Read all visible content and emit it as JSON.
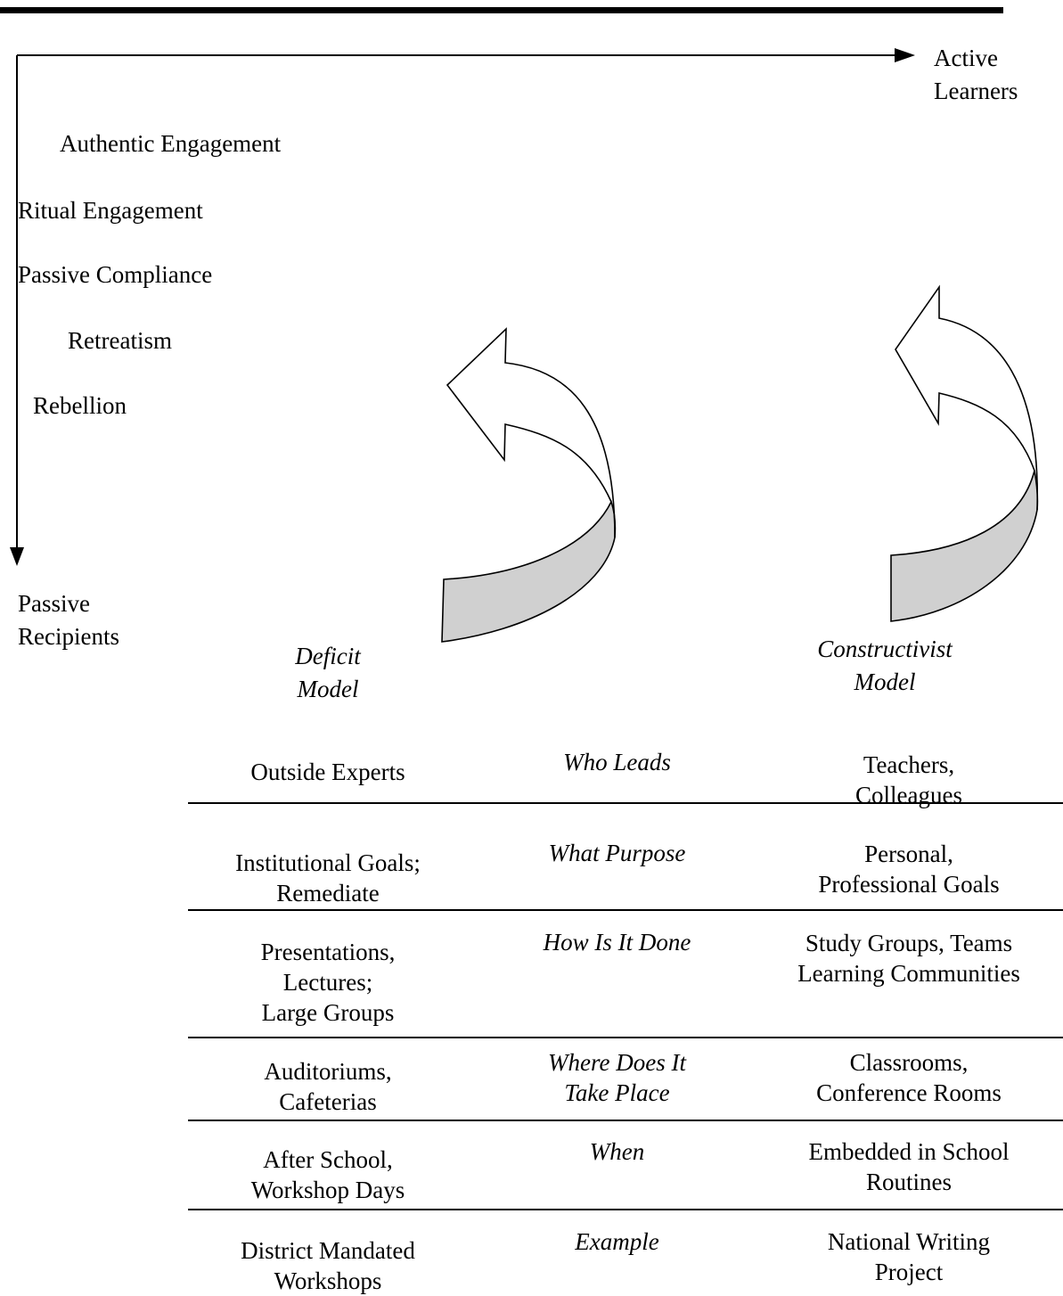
{
  "axis": {
    "x_end_label": "Active\nLearners",
    "y_end_label": "Passive\nRecipients"
  },
  "engagement_levels": [
    "Authentic Engagement",
    "Ritual Engagement",
    "Passive Compliance",
    "Retreatism",
    "Rebellion"
  ],
  "models": {
    "left": "Deficit\nModel",
    "right": "Constructivist\nModel"
  },
  "comparison_rows": [
    {
      "left": "Outside Experts",
      "question": "Who Leads",
      "right": "Teachers,\nColleagues"
    },
    {
      "left": "Institutional Goals;\nRemediate",
      "question": "What Purpose",
      "right": "Personal,\nProfessional Goals"
    },
    {
      "left": "Presentations,\nLectures;\nLarge Groups",
      "question": "How Is It Done",
      "right": "Study Groups, Teams\nLearning Communities"
    },
    {
      "left": "Auditoriums,\nCafeterias",
      "question": "Where Does It\nTake Place",
      "right": "Classrooms,\nConference Rooms"
    },
    {
      "left": "After School,\nWorkshop Days",
      "question": "When",
      "right": "Embedded in School\nRoutines"
    },
    {
      "left": "District Mandated\nWorkshops",
      "question": "Example",
      "right": "National Writing\nProject"
    }
  ],
  "colors": {
    "line": "#000000",
    "arrow_shade": "#d0d0d0",
    "background": "#ffffff"
  }
}
